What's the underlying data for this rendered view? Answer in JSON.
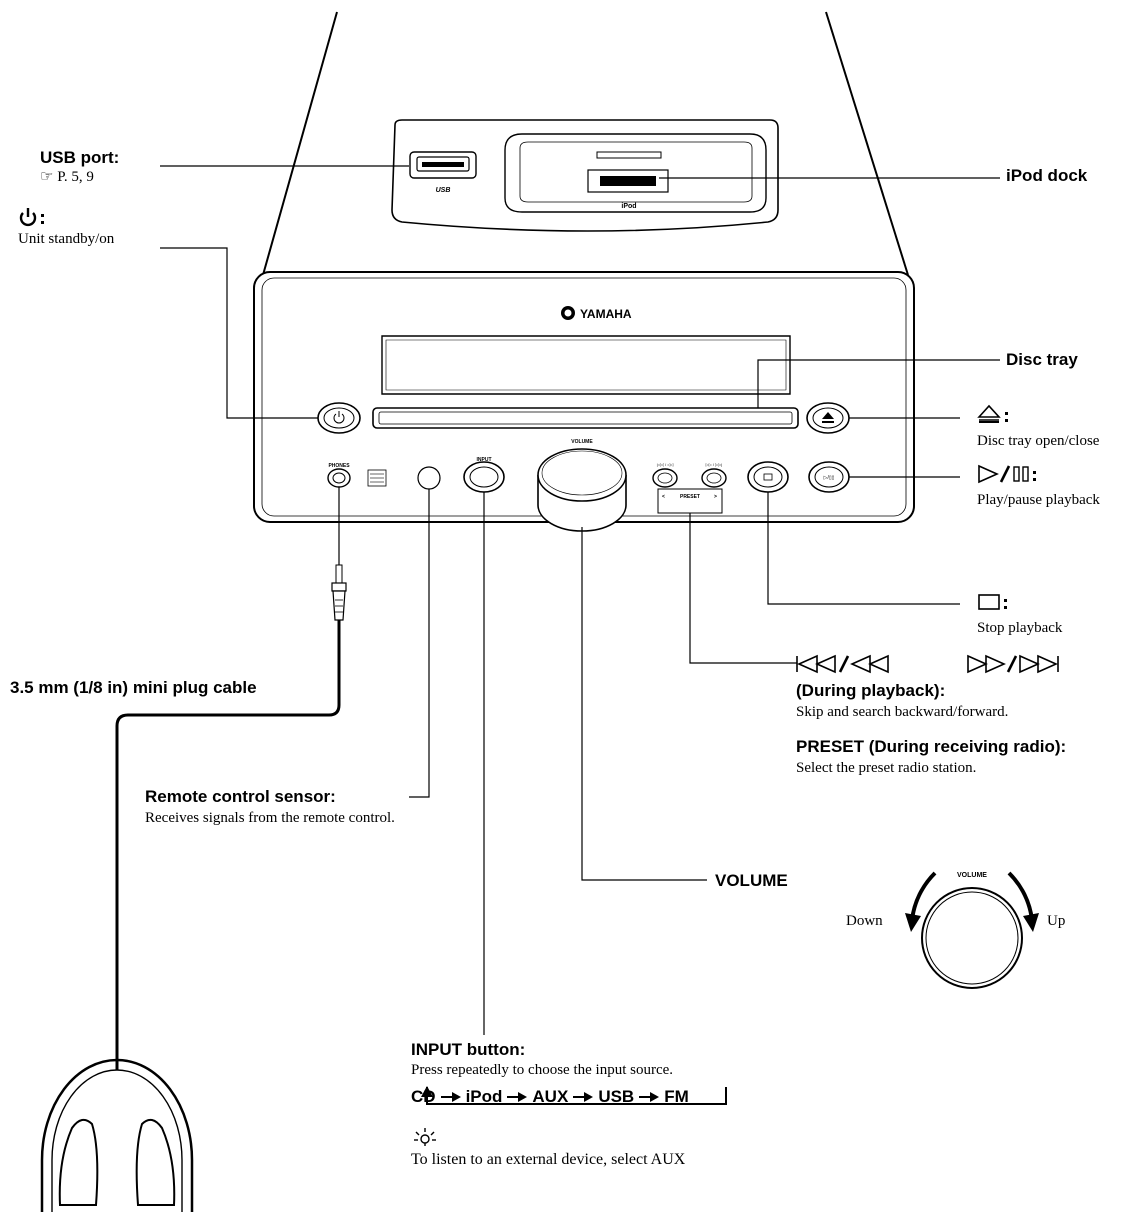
{
  "device": {
    "brand": "YAMAHA",
    "usb_port_label": "USB",
    "ipod_dock_label": "iPod",
    "volume_label": "VOLUME",
    "phones_label": "PHONES",
    "input_label": "INPUT",
    "preset_label": "PRESET",
    "preset_left": "<",
    "preset_right": ">"
  },
  "callouts": {
    "usb_port": {
      "title": "USB port:",
      "ref": "☞ P. 5, 9"
    },
    "standby": {
      "desc": "Unit standby/on"
    },
    "ipod_dock": {
      "title": "iPod dock"
    },
    "disc_tray": {
      "title": "Disc tray"
    },
    "eject": {
      "desc": "Disc tray open/close"
    },
    "play_pause": {
      "desc": "Play/pause playback"
    },
    "stop": {
      "desc": "Stop playback"
    },
    "skip": {
      "title": "(During playback):",
      "desc": "Skip and search backward/forward."
    },
    "preset": {
      "title": "PRESET (During receiving radio):",
      "desc": "Select the preset radio station."
    },
    "cable": {
      "title": "3.5 mm (1/8 in) mini plug cable"
    },
    "remote_sensor": {
      "title": "Remote control sensor:",
      "desc": "Receives signals from the remote control."
    },
    "volume": {
      "title": "VOLUME",
      "knob_label": "VOLUME",
      "down": "Down",
      "up": "Up"
    },
    "input_button": {
      "title": "INPUT button:",
      "desc": "Press repeatedly to choose the input source."
    },
    "note": {
      "text": "To listen to an external device, select AUX"
    }
  },
  "input_cycle": [
    "CD",
    "iPod",
    "AUX",
    "USB",
    "FM"
  ],
  "icons": [
    "power-icon",
    "eject-icon",
    "play-pause-icon",
    "stop-icon",
    "skip-search-icon",
    "hint-icon",
    "headphones-icon",
    "arrow-icon"
  ]
}
